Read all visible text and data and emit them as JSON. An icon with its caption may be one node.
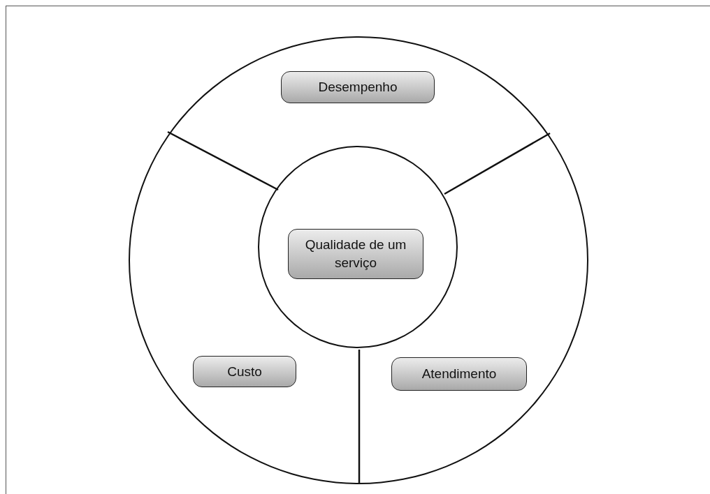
{
  "diagram": {
    "nodes": [
      {
        "text": [],
        "shape": "circle"
      },
      {
        "text": [],
        "shape": "circle",
        "in": 0
      },
      {
        "text": [
          "Qualidade de um serviço"
        ],
        "in": 1
      },
      {
        "text": [
          "Desempenho"
        ],
        "in": 0
      },
      {
        "text": [
          "Custo"
        ],
        "in": 0
      },
      {
        "text": [
          "Atendimento"
        ],
        "in": 0
      }
    ]
  }
}
